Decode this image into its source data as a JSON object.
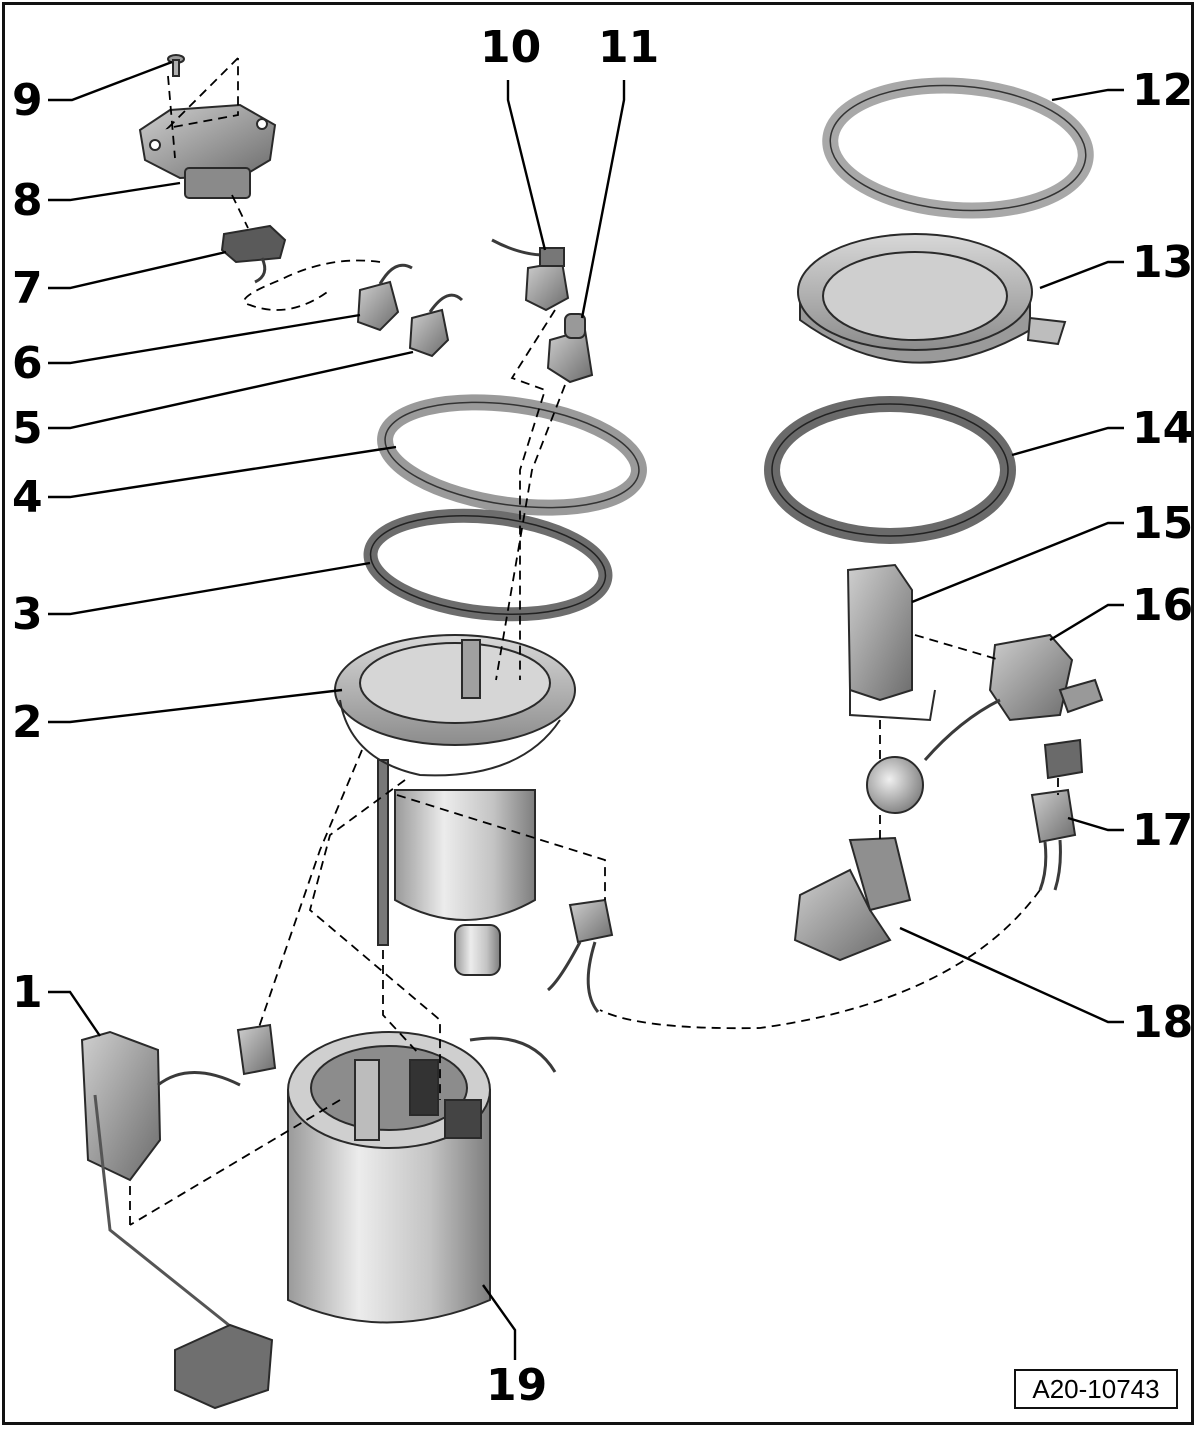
{
  "callouts": {
    "c1": "1",
    "c2": "2",
    "c3": "3",
    "c4": "4",
    "c5": "5",
    "c6": "6",
    "c7": "7",
    "c8": "8",
    "c9": "9",
    "c10": "10",
    "c11": "11",
    "c12": "12",
    "c13": "13",
    "c14": "14",
    "c15": "15",
    "c16": "16",
    "c17": "17",
    "c18": "18",
    "c19": "19"
  },
  "reference_code": "A20-10743",
  "colors": {
    "ink": "#000000",
    "part_light": "#e6e6e6",
    "part_mid": "#b5b5b5",
    "part_dark": "#6f6f6f"
  }
}
